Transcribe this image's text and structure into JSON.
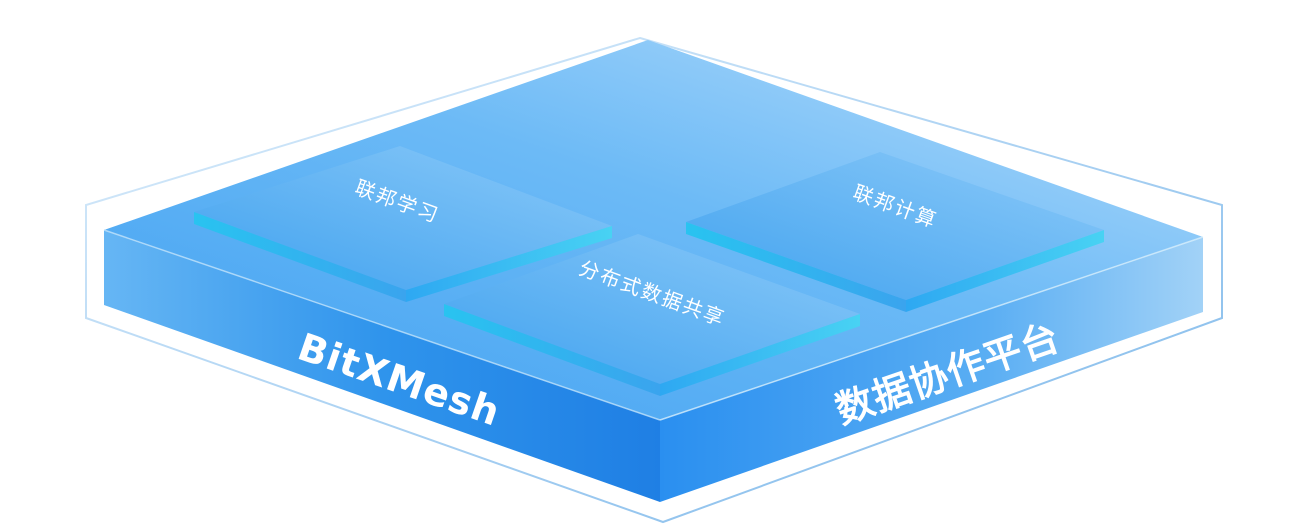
{
  "platform": {
    "name_left": "BitXMesh",
    "name_right": "数据协作平台"
  },
  "modules": [
    {
      "label": "联邦学习"
    },
    {
      "label": "分布式数据共享"
    },
    {
      "label": "联邦计算"
    }
  ],
  "colors": {
    "outline": "#8fc4ef",
    "top_light": "#b7dcfb",
    "top_mid": "#6ab8f5",
    "front_left": "#2f95ec",
    "front_right": "#5fb0f2",
    "block_edge": "#3fd0f4"
  }
}
